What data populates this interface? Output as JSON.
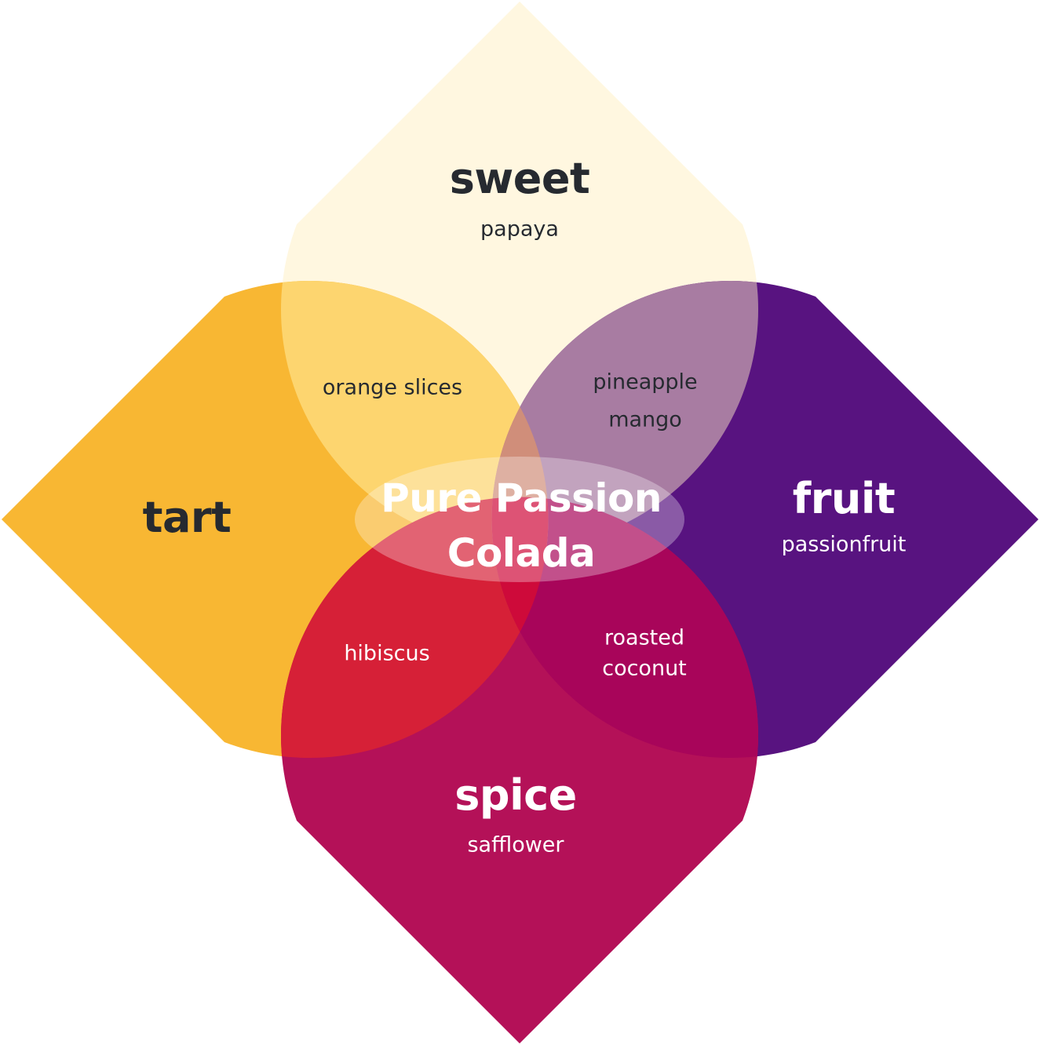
{
  "diagram": {
    "title": "Pure Passion Colada",
    "center": {
      "line1": "Pure Passion",
      "line2": "Colada"
    },
    "petals": {
      "sweet": {
        "label": "sweet",
        "ingredient": "papaya",
        "color": "#FFF7E0"
      },
      "tart": {
        "label": "tart",
        "ingredient": "",
        "color": "#F8B733"
      },
      "fruit": {
        "label": "fruit",
        "ingredient": "passionfruit",
        "color": "#581380"
      },
      "spice": {
        "label": "spice",
        "ingredient": "safflower",
        "color": "#B41158"
      }
    },
    "overlaps": {
      "sweet_tart": {
        "line1": "orange slices",
        "line2": "",
        "color": "#FDD56F"
      },
      "sweet_fruit": {
        "line1": "pineapple",
        "line2": "mango",
        "color": "#A87CA2"
      },
      "tart_spice": {
        "line1": "hibiscus",
        "line2": "",
        "color": "#D62037"
      },
      "fruit_spice": {
        "line1": "roasted",
        "line2": "coconut",
        "color": "#A8055A"
      }
    },
    "colors": {
      "center_upper": "#D08E7A",
      "center_lower": "#CE0A3A",
      "center_disc": "#FFFFFF",
      "text_dark": "#262A30",
      "text_light": "#FFFFFF"
    }
  }
}
